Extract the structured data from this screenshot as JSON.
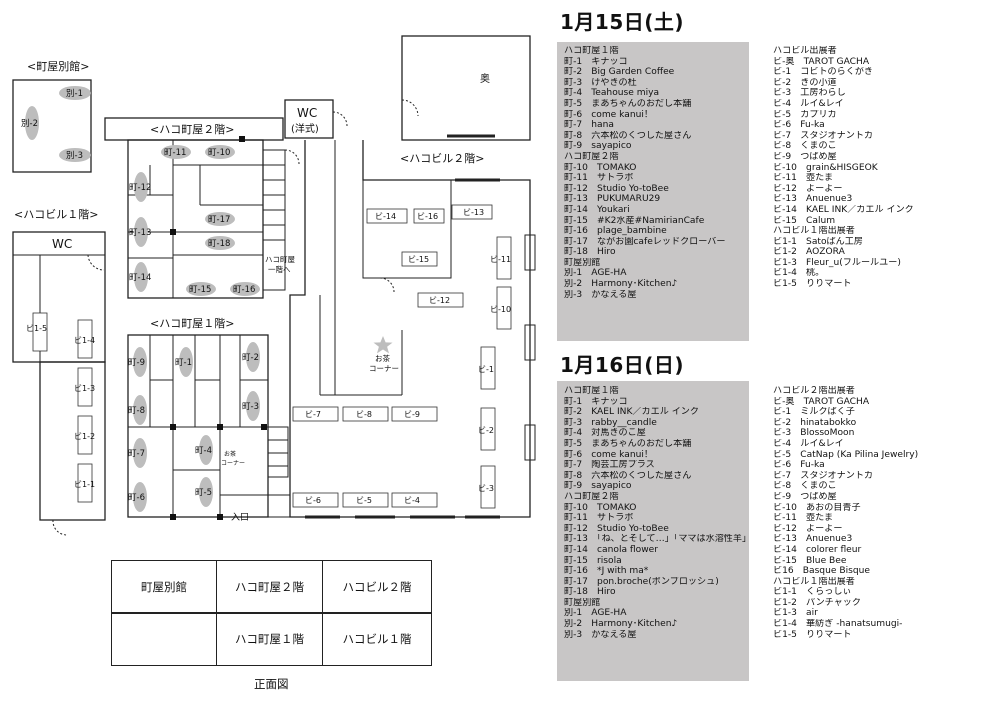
{
  "plan": {
    "machiya_bekkan_header": "<町屋別館>",
    "hako_machiya_2f_header": "<ハコ町屋２階>",
    "hako_building_1f_header": "<ハコビル１階>",
    "hako_building_2f_header": "<ハコビル２階>",
    "hako_machiya_1f_header": "<ハコ町屋１階>",
    "wc_bldg": "WC",
    "wc_top_line1": "WC",
    "wc_top_line2": "(洋式)",
    "back_room": "奥",
    "stairs_note_line1": "ハコ町屋",
    "stairs_note_line2": "一階へ",
    "tea_corner_line1": "お茶",
    "tea_corner_line2": "コーナー",
    "tea_corner_small_line1": "お茶",
    "tea_corner_small_line2": "コーナー",
    "entrance": "入口",
    "star_icon": "star-icon",
    "stall_labels": {
      "b1": "別-1",
      "b2": "別-2",
      "b3": "別-3",
      "m11": "町-11",
      "m10": "町-10",
      "m12": "町-12",
      "m17": "町-17",
      "m13": "町-13",
      "m18": "町-18",
      "m14": "町-14",
      "m15": "町-15",
      "m16": "町-16",
      "m9": "町-9",
      "m1": "町-1",
      "m2": "町-2",
      "m8": "町-8",
      "m3": "町-3",
      "m7": "町-7",
      "m4": "町-4",
      "m6": "町-6",
      "m5": "町-5",
      "p15": "ビ1-5",
      "p14": "ビ1-4",
      "p13": "ビ1-3",
      "p12": "ビ1-2",
      "p11": "ビ1-1",
      "b14": "ビ-14",
      "b16": "ビ-16",
      "b13": "ビ-13",
      "b15": "ビ-15",
      "b12": "ビ-12",
      "b11": "ビ-11",
      "b10": "ビ-10",
      "bv1": "ビ-1",
      "bv2": "ビ-2",
      "bv3": "ビ-3",
      "bv7": "ビ-7",
      "bv8": "ビ-8",
      "bv9": "ビ-9",
      "bv6": "ビ-6",
      "bv5": "ビ-5",
      "bv4": "ビ-4"
    }
  },
  "front_view": {
    "cells": [
      "町屋別館",
      "ハコ町屋２階",
      "ハコビル２階",
      "ハコ町屋１階",
      "ハコビル１階"
    ],
    "caption": "正面図"
  },
  "days": [
    {
      "title": "1月15日(土)",
      "left": [
        "ハコ町屋１階",
        "町-1　キナッコ",
        "町-2　Big Garden Coffee",
        "町-3　けやきの杜",
        "町-4　Teahouse miya",
        "町-5　まあちゃんのおだし本舗",
        "町-6　come kanui！",
        "町-7　hana",
        "町-8　六本松のくつした屋さん",
        "町-9　sayapico",
        "ハコ町屋２階",
        "町-10　TOMAKO",
        "町-11　サトラボ",
        "町-12　Studio Yo-toBee",
        "町-13　PUKUMARU29",
        "町-14　Youkari",
        "町-15　#K2水産#NamirianCafe",
        "町-16　plage_bambine",
        "町-17　ながお園cafeレッドクローバー",
        "町-18　Hiro",
        "町屋別館",
        "別-1　AGE-HA",
        "別-2　Harmony･Kitchen♪",
        "別-3　かなえる屋"
      ],
      "right": [
        "ハコビル出展者",
        "ビ-奥　TAROT GACHA",
        "ビ-1　コビトのらくがき",
        "ビ-2　きの小道",
        "ビ-3　工房わらし",
        "ビ-4　ルイ&レイ",
        "ビ-5　カプリカ",
        "ビ-6　Fu-ka",
        "ビ-7　スタジオナントカ",
        "ビ-8　くまのこ",
        "ビ-9　つばめ屋",
        "ビ-10　grain&HISGEOK",
        "ビ-11　壺たま",
        "ビ-12　よーよー",
        "ビ-13　Anuenue3",
        "ビ-14　KAEL INK／カエル インク",
        "ビ-15　Calum",
        "ハコビル１階出展者",
        "ビ1-1　Satoぱん工房",
        "ビ1-2　AOZORA",
        "ビ1-3　Fleur_u(フルールユー)",
        "ビ1-4　桃。",
        "ビ1-5　りりマート"
      ]
    },
    {
      "title": "1月16日(日)",
      "left": [
        "ハコ町屋１階",
        "町-1　キナッコ",
        "町-2　KAEL INK／カエル インク",
        "町-3　rabby__candle",
        "町-4　対馬きのこ屋",
        "町-5　まあちゃんのおだし本舗",
        "町-6　come kanui！",
        "町-7　陶芸工房プラス",
        "町-8　六本松のくつした屋さん",
        "町-9　sayapico",
        "ハコ町屋２階",
        "町-10　TOMAKO",
        "町-11　サトラボ",
        "町-12　Studio Yo-toBee",
        "町-13　「ね、とそして…」「ママは水溶性羊」",
        "町-14　canola flower",
        "町-15　risola",
        "町-16　*J with ma*",
        "町-17　pon.broche(ポンブロッシュ)",
        "町-18　Hiro",
        "町屋別館",
        "別-1　AGE-HA",
        "別-2　Harmony･Kitchen♪",
        "別-3　かなえる屋"
      ],
      "right": [
        "ハコビル２階出展者",
        "ビ-奥　TAROT GACHA",
        "ビ-1　ミルクぱく子",
        "ビ-2　hinatabokko",
        "ビ-3　BlossoMoon",
        "ビ-4　ルイ&レイ",
        "ビ-5　CatNap (Ka Pilina Jewelry)",
        "ビ-6　Fu-ka",
        "ビ-7　スタジオナントカ",
        "ビ-8　くまのこ",
        "ビ-9　つばめ屋",
        "ビ-10　あおの目青子",
        "ビ-11　壺たま",
        "ビ-12　よーよー",
        "ビ-13　Anuenue3",
        "ビ-14　colorer fleur",
        "ビ-15　Blue Bee",
        "ビ16　Basque Bisque",
        "ハコビル１階出展者",
        "ビ1-1　くらっしぃ",
        "ビ1-2　パンチャック",
        "ビ1-3　air",
        "ビ1-4　華紡ぎ -hanatsumugi-",
        "ビ1-5　りりマート"
      ]
    }
  ]
}
